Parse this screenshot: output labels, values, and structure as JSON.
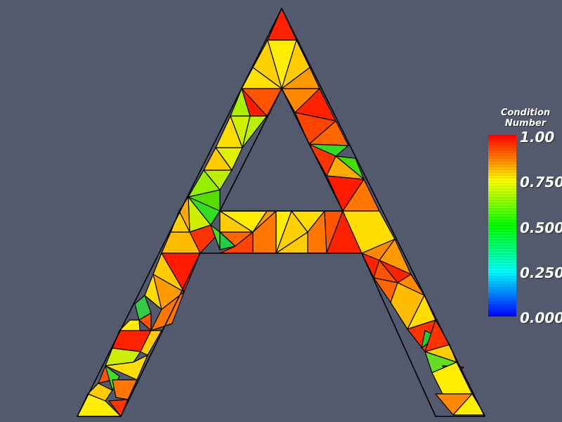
{
  "background_color": "#545a6e",
  "mesh_letter": "A",
  "legend": {
    "title_line1": "Condition",
    "title_line2": "Number",
    "ticks": [
      "1.00",
      "0.750",
      "0.500",
      "0.250",
      "0.000"
    ],
    "colormap": [
      "#0000ff",
      "#00ffff",
      "#00ff00",
      "#ffff00",
      "#ff0000"
    ]
  }
}
